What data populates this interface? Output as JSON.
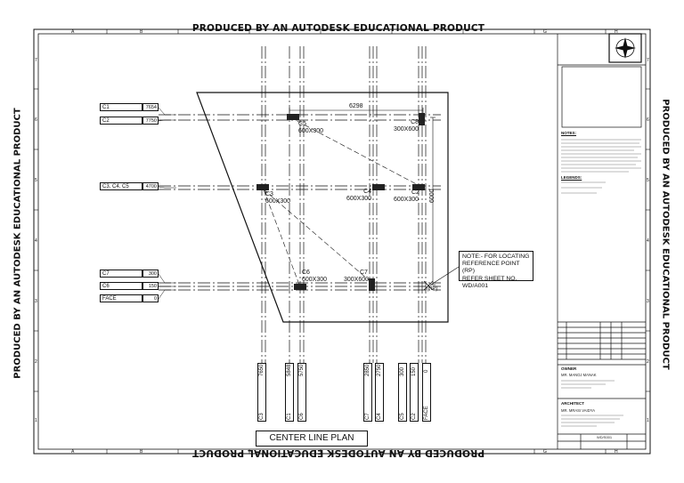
{
  "watermark": "PRODUCED BY AN AUTODESK EDUCATIONAL PRODUCT",
  "title": "CENTER LINE PLAN",
  "note": [
    "NOTE:- FOR LOCATING",
    "REFERENCE POINT (RP)",
    "REFER SHEET NO. WD/A001"
  ],
  "dimensions": {
    "top": "6298",
    "right": "6000"
  },
  "columns": [
    {
      "id": "c5",
      "name": "C5",
      "size": "600X300"
    },
    {
      "id": "c8",
      "name": "C8",
      "size": "300X600"
    },
    {
      "id": "c3",
      "name": "C3",
      "size": "600X300"
    },
    {
      "id": "c4",
      "name": "C4",
      "size": "600X300"
    },
    {
      "id": "c2",
      "name": "C2",
      "size": "600X300"
    },
    {
      "id": "c6",
      "name": "C6",
      "size": "600X300"
    },
    {
      "id": "c7",
      "name": "C7",
      "size": "300X600"
    }
  ],
  "rp": "RP",
  "row_labels": [
    {
      "name": "C1",
      "value": "7654"
    },
    {
      "name": "C2",
      "value": "7750"
    },
    {
      "name": "C3, C4, C5",
      "value": "4700"
    },
    {
      "name": "C7",
      "value": "300"
    },
    {
      "name": "C6",
      "value": "150"
    },
    {
      "name": "FACE",
      "value": "0"
    }
  ],
  "col_labels": [
    {
      "name": "C3",
      "value": "7650"
    },
    {
      "name": "C1",
      "value": "5848"
    },
    {
      "name": "C6",
      "value": "5750"
    },
    {
      "name": "C7",
      "value": "2850"
    },
    {
      "name": "C4",
      "value": "2750"
    },
    {
      "name": "C5",
      "value": "300"
    },
    {
      "name": "C2",
      "value": "150"
    },
    {
      "name": "FACE",
      "value": "0"
    }
  ],
  "grid": {
    "letters": [
      "A",
      "B",
      "C",
      "D",
      "E",
      "F",
      "G",
      "H"
    ],
    "numbers": [
      "7",
      "6",
      "5",
      "4",
      "3",
      "2",
      "1"
    ]
  },
  "title_block": {
    "notes_heading": "NOTES:",
    "legend_heading": "LEGENDS:",
    "owner_heading": "OWNER",
    "owner_name": "MR. MANOJ MANAK",
    "architect_heading": "ARCHITECT",
    "architect_name": "MR. MRASI VAIDYA",
    "sheet_no": "WD/S001"
  }
}
